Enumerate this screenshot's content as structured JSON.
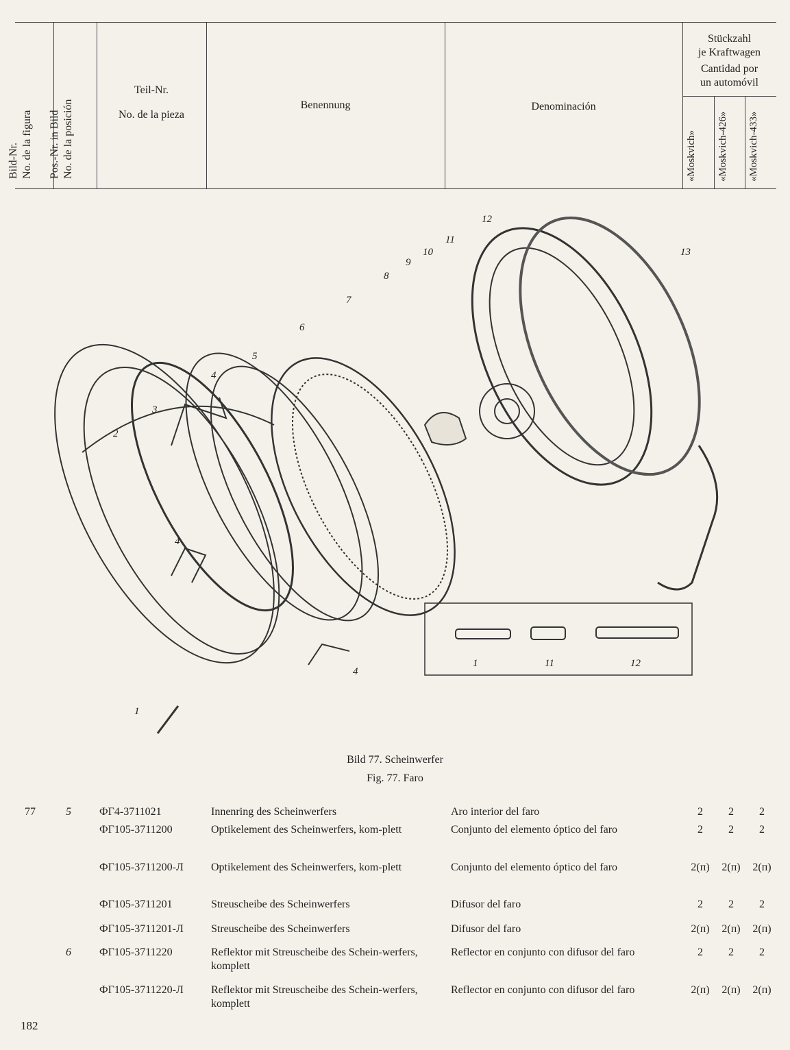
{
  "header": {
    "col_fig": [
      "Bild-Nr.",
      "No. de la figura"
    ],
    "col_pos": [
      "Pos.-Nr. in Bild",
      "No. de la posición"
    ],
    "col_part": [
      "Teil-Nr.",
      "No. de la pieza"
    ],
    "col_de": "Benennung",
    "col_es": "Denominación",
    "qty_title": [
      "Stückzahl",
      "je Kraftwagen",
      "Cantidad por",
      "un automóvil"
    ],
    "qty_models": [
      "«Moskvich»",
      "«Moskvich-426»",
      "«Moskvich-433»"
    ]
  },
  "figure": {
    "callouts": [
      "1",
      "2",
      "3",
      "4",
      "4",
      "4",
      "5",
      "6",
      "7",
      "8",
      "9",
      "10",
      "11",
      "12",
      "13"
    ],
    "inset_labels": [
      "1",
      "11",
      "12"
    ],
    "caption_de": "Bild 77. Scheinwerfer",
    "caption_es": "Fig. 77. Faro"
  },
  "rows": [
    {
      "fig": "77",
      "pos": "5",
      "part": "ФГ4-3711021",
      "de": "Innenring des Scheinwerfers",
      "es": "Aro interior del faro",
      "q": [
        "2",
        "2",
        "2"
      ]
    },
    {
      "fig": "",
      "pos": "",
      "part": "ФГ105-3711200",
      "de": "Optikelement des Scheinwerfers, kom-plett",
      "es": "Conjunto del elemento óptico del faro",
      "q": [
        "2",
        "2",
        "2"
      ]
    },
    {
      "fig": "",
      "pos": "",
      "part": "ФГ105-3711200-Л",
      "de": "Optikelement des Scheinwerfers, kom-plett",
      "es": "Conjunto del elemento óptico del faro",
      "q": [
        "2(п)",
        "2(п)",
        "2(п)"
      ]
    },
    {
      "fig": "",
      "pos": "",
      "part": "ФГ105-3711201",
      "de": "Streuscheibe des Scheinwerfers",
      "es": "Difusor del faro",
      "q": [
        "2",
        "2",
        "2"
      ]
    },
    {
      "fig": "",
      "pos": "",
      "part": "ФГ105-3711201-Л",
      "de": "Streuscheibe des Scheinwerfers",
      "es": "Difusor del faro",
      "q": [
        "2(п)",
        "2(п)",
        "2(п)"
      ]
    },
    {
      "fig": "",
      "pos": "6",
      "part": "ФГ105-3711220",
      "de": "Reflektor mit Streuscheibe des Schein-werfers, komplett",
      "es": "Reflector en conjunto con difusor del faro",
      "q": [
        "2",
        "2",
        "2"
      ]
    },
    {
      "fig": "",
      "pos": "",
      "part": "ФГ105-3711220-Л",
      "de": "Reflektor mit Streuscheibe des Schein-werfers, komplett",
      "es": "Reflector en conjunto con difusor del faro",
      "q": [
        "2(п)",
        "2(п)",
        "2(п)"
      ]
    }
  ],
  "page_number": "182"
}
